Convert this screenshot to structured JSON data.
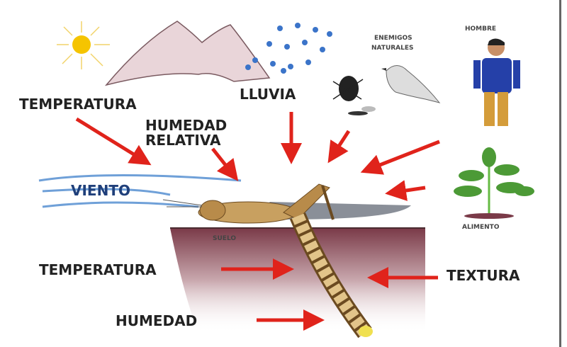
{
  "labels": {
    "temperatura_air": "TEMPERATURA",
    "humedad_relativa_1": "HUMEDAD",
    "humedad_relativa_2": "RELATIVA",
    "lluvia": "LLUVIA",
    "enemigos_1": "ENEMIGOS",
    "enemigos_2": "NATURALES",
    "hombre": "HOMBRE",
    "viento": "VIENTO",
    "alimento": "ALIMENTO",
    "suelo": "SUELO",
    "temperatura_soil": "TEMPERATURA",
    "textura": "TEXTURA",
    "humedad_soil": "HUMEDAD"
  },
  "colors": {
    "arrow": "#e0231b",
    "soil": "#8a4a55",
    "sky": "#6fa0d8"
  }
}
